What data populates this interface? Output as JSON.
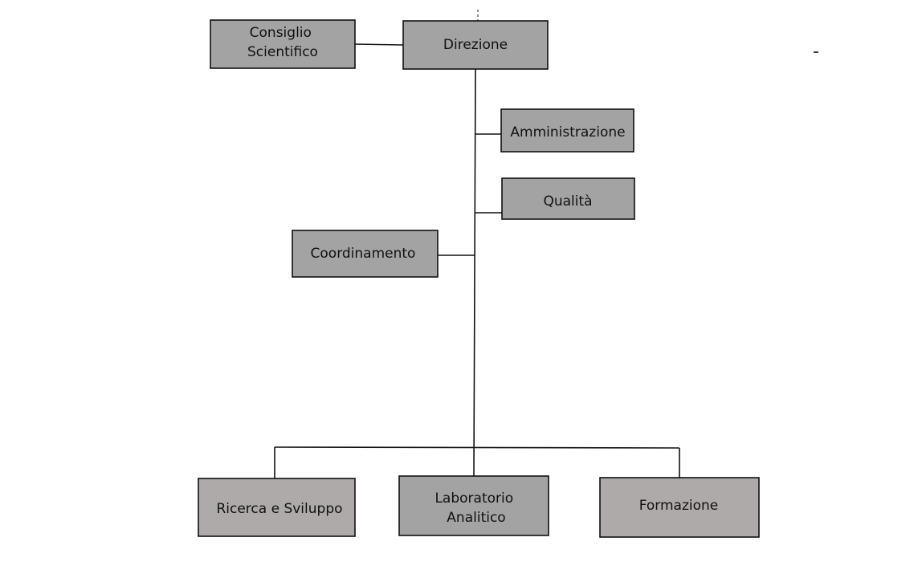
{
  "diagram": {
    "nodes": {
      "consiglio": {
        "lines": [
          "Consiglio",
          "Scientifico"
        ]
      },
      "direzione": {
        "lines": [
          "Direzione"
        ]
      },
      "amministrazione": {
        "lines": [
          "Amministrazione"
        ]
      },
      "qualita": {
        "lines": [
          "Qualità"
        ]
      },
      "coordinamento": {
        "lines": [
          "Coordinamento"
        ]
      },
      "ricerca": {
        "lines": [
          "Ricerca e Sviluppo"
        ]
      },
      "laboratorio": {
        "lines": [
          "Laboratorio",
          "Analitico"
        ]
      },
      "formazione": {
        "lines": [
          "Formazione"
        ]
      }
    },
    "edges": [
      [
        "consiglio",
        "direzione"
      ],
      [
        "direzione",
        "amministrazione"
      ],
      [
        "direzione",
        "qualita"
      ],
      [
        "direzione",
        "coordinamento"
      ],
      [
        "direzione",
        "ricerca"
      ],
      [
        "direzione",
        "laboratorio"
      ],
      [
        "direzione",
        "formazione"
      ]
    ],
    "colors": {
      "box_fill": "#a3a3a3",
      "box_fill_bottom": "#aeaaa9",
      "line": "#111111",
      "text": "#111111"
    }
  }
}
